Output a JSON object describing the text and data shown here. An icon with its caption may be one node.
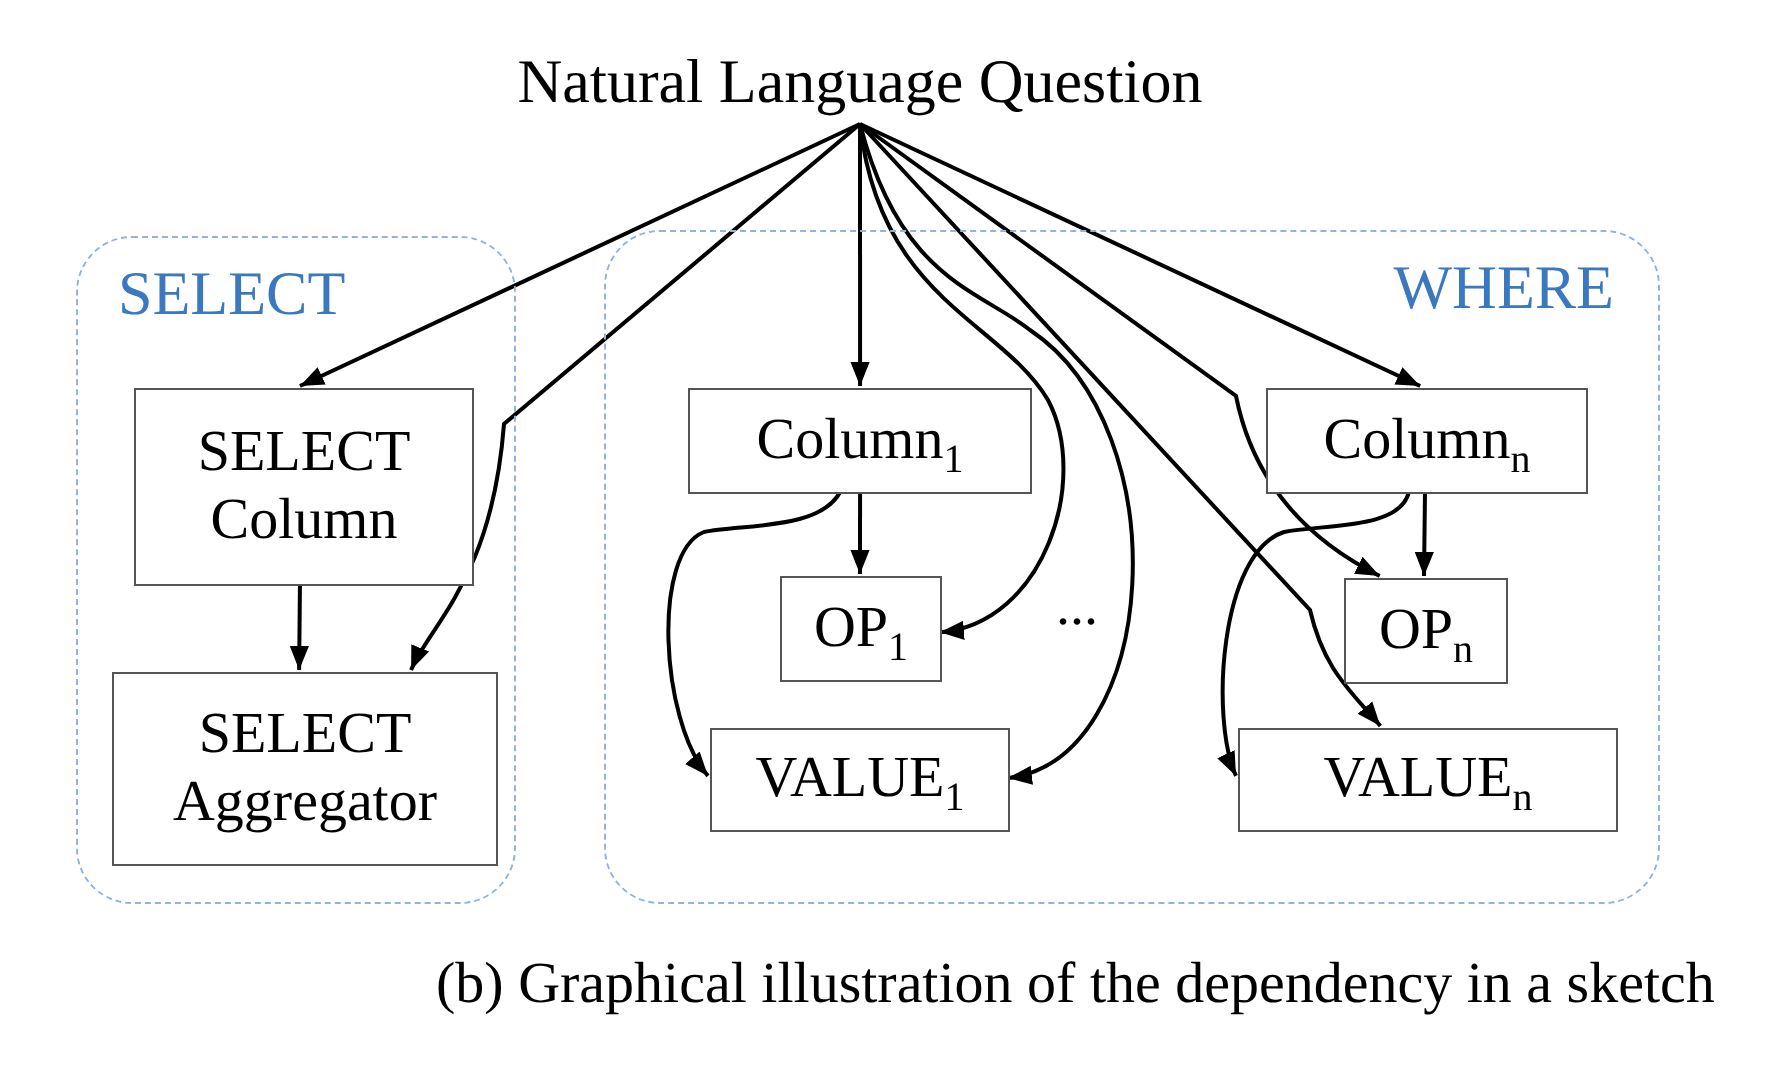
{
  "diagram": {
    "caption": "(b) Graphical illustration of the dependency in a sketch",
    "nodes": [
      {
        "text": [
          "Natural Language Question"
        ]
      },
      {
        "text": [
          "SELECT"
        ]
      },
      {
        "text": [
          "SELECT Column"
        ],
        "in": 1
      },
      {
        "text": [
          "SELECT Aggregator"
        ],
        "in": 1
      },
      {
        "text": [
          "WHERE"
        ]
      },
      {
        "text": [
          "Column$_{1}$"
        ],
        "in": 4
      },
      {
        "text": [
          "OP$_{1}$"
        ],
        "in": 4
      },
      {
        "text": [
          "VALUE$_{1}$"
        ],
        "in": 4
      },
      {
        "text": [
          "Column$_{n}$"
        ],
        "in": 4
      },
      {
        "text": [
          "OP$_{n}$"
        ],
        "in": 4
      },
      {
        "text": [
          "VALUE$_{n}$"
        ],
        "in": 4
      }
    ],
    "edges": [
      {
        "from": 0,
        "to": 2,
        "arrow": "to"
      },
      {
        "from": 0,
        "to": 3,
        "arrow": "to"
      },
      {
        "from": 2,
        "to": 3,
        "arrow": "to"
      },
      {
        "from": 0,
        "to": 5,
        "arrow": "to"
      },
      {
        "from": 0,
        "to": 6,
        "arrow": "to"
      },
      {
        "from": 0,
        "to": 7,
        "arrow": "to"
      },
      {
        "from": 5,
        "to": 6,
        "arrow": "to"
      },
      {
        "from": 5,
        "to": 7,
        "arrow": "to"
      },
      {
        "from": 0,
        "to": 8,
        "arrow": "to"
      },
      {
        "from": 0,
        "to": 9,
        "arrow": "to"
      },
      {
        "from": 0,
        "to": 10,
        "arrow": "to"
      },
      {
        "from": 8,
        "to": 9,
        "arrow": "to"
      },
      {
        "from": 8,
        "to": 10,
        "arrow": "to"
      }
    ],
    "labels": [
      "..."
    ]
  }
}
